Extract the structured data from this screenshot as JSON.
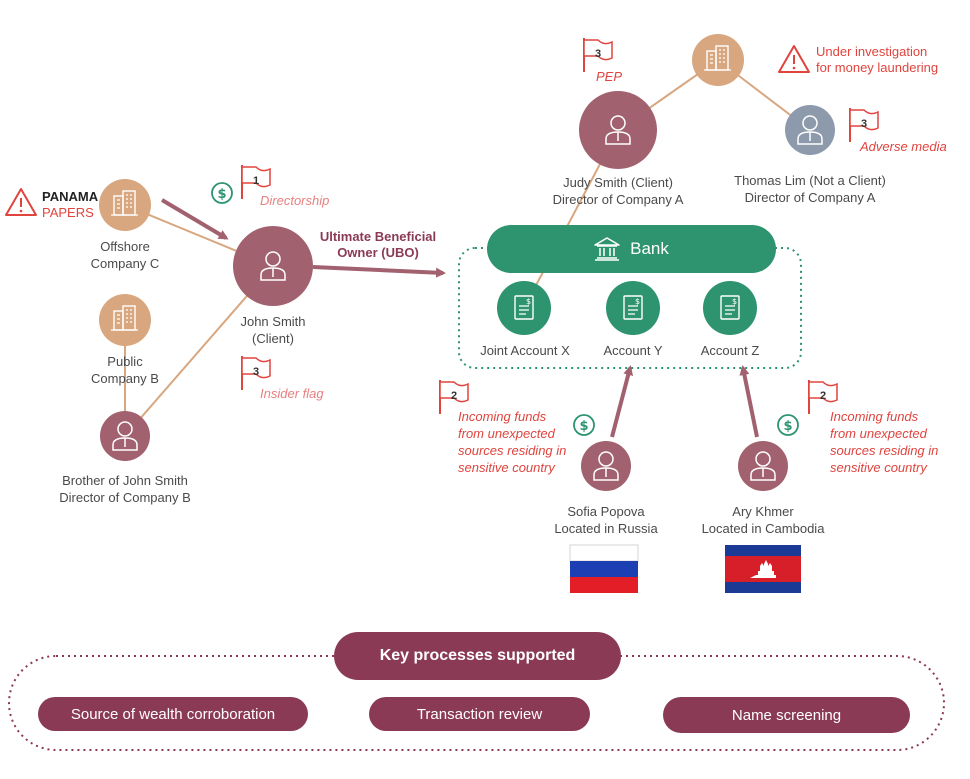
{
  "nodes": {
    "offshore_company_c": {
      "label_line1": "Offshore",
      "label_line2": "Company C"
    },
    "public_company_b": {
      "label_line1": "Public",
      "label_line2": "Company B"
    },
    "brother": {
      "label_line1": "Brother of John Smith",
      "label_line2": "Director of Company B"
    },
    "john_smith": {
      "label_line1": "John Smith",
      "label_line2": "(Client)"
    },
    "judy_smith": {
      "label_line1": "Judy Smith (Client)",
      "label_line2": "Director of Company A"
    },
    "thomas_lim": {
      "label_line1": "Thomas Lim (Not a Client)",
      "label_line2": "Director of Company A"
    },
    "sofia_popova": {
      "label_line1": "Sofia Popova",
      "label_line2": "Located in Russia"
    },
    "ary_khmer": {
      "label_line1": "Ary Khmer",
      "label_line2": "Located in Cambodia"
    }
  },
  "panama": {
    "line1": "PANAMA",
    "line2": "PAPERS"
  },
  "investigation": {
    "line1": "Under investigation",
    "line2": "for money laundering"
  },
  "ubo": {
    "line1": "Ultimate Beneficial",
    "line2": "Owner (UBO)"
  },
  "bank": {
    "label": "Bank"
  },
  "accounts": {
    "joint_x": "Joint Account X",
    "y": "Account Y",
    "z": "Account Z"
  },
  "flags": {
    "directorship": {
      "num": "1",
      "text": "Directorship"
    },
    "insider": {
      "num": "3",
      "text": "Insider flag"
    },
    "pep": {
      "num": "3",
      "text": "PEP"
    },
    "adverse_media": {
      "num": "3",
      "text": "Adverse media"
    },
    "incoming_left": {
      "num": "2",
      "lines": [
        "Incoming funds",
        "from unexpected",
        "sources residing in",
        "sensitive country"
      ]
    },
    "incoming_right": {
      "num": "2",
      "lines": [
        "Incoming funds",
        "from unexpected",
        "sources residing in",
        "sensitive country"
      ]
    }
  },
  "key_processes": {
    "title": "Key processes supported",
    "items": [
      "Source of wealth corroboration",
      "Transaction review",
      "Name screening"
    ]
  },
  "colors": {
    "maroon": "#8b3a55",
    "person_circle": "#a1616f",
    "company_circle": "#d8a77f",
    "grey_circle": "#8c9aab",
    "green": "#2e9470",
    "red": "#e0443e",
    "pink": "#e78080",
    "line": "#d8a77f"
  },
  "icons": [
    "warning-icon",
    "building-icon",
    "person-icon",
    "flag-icon",
    "dollar-icon",
    "bank-icon",
    "document-icon",
    "flag-russia",
    "flag-cambodia"
  ]
}
